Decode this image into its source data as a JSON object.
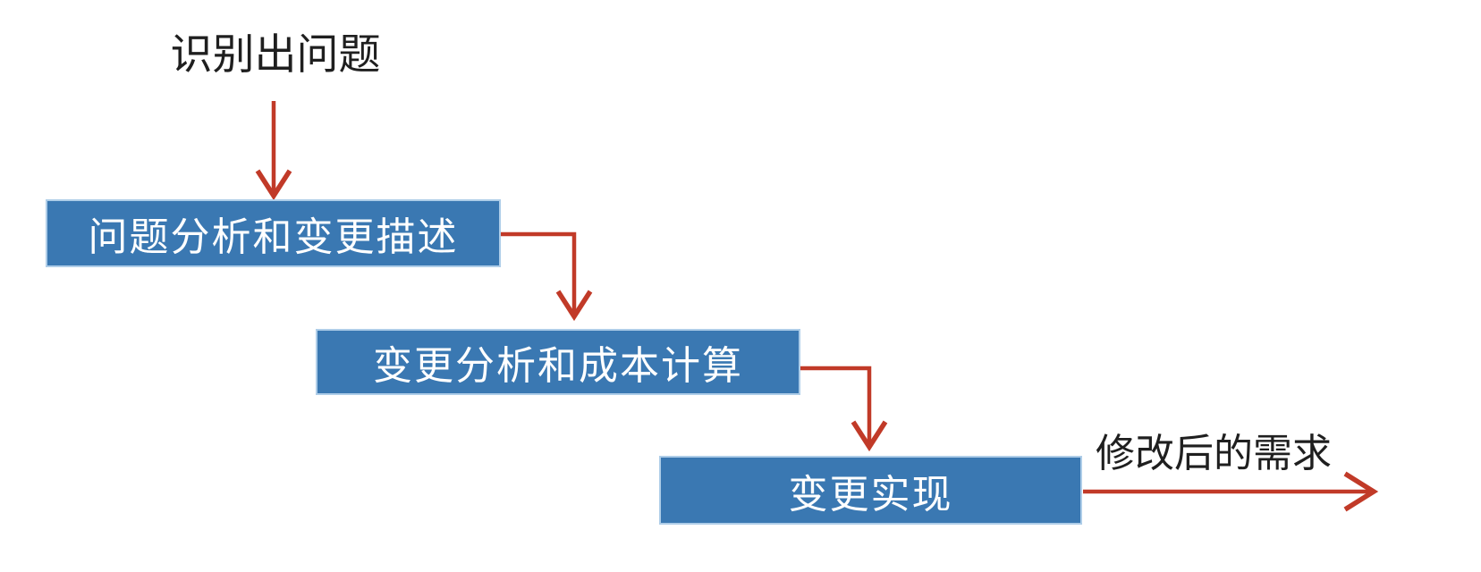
{
  "diagram": {
    "type": "flowchart",
    "start_label": "识别出问题",
    "nodes": [
      {
        "id": "problem-analysis-and-change-description",
        "label": "问题分析和变更描述"
      },
      {
        "id": "change-analysis-and-cost-calculation",
        "label": "变更分析和成本计算"
      },
      {
        "id": "change-implementation",
        "label": "变更实现"
      }
    ],
    "end_label": "修改后的需求",
    "edges": [
      {
        "from": "识别出问题",
        "to": "问题分析和变更描述"
      },
      {
        "from": "问题分析和变更描述",
        "to": "变更分析和成本计算"
      },
      {
        "from": "变更分析和成本计算",
        "to": "变更实现"
      },
      {
        "from": "变更实现",
        "to": "修改后的需求"
      }
    ],
    "colors": {
      "box_fill": "#3a78b2",
      "box_border": "#aecde8",
      "box_text": "#ffffff",
      "label_text": "#1f1f1f",
      "arrow": "#c13a28",
      "background": "#ffffff"
    }
  }
}
